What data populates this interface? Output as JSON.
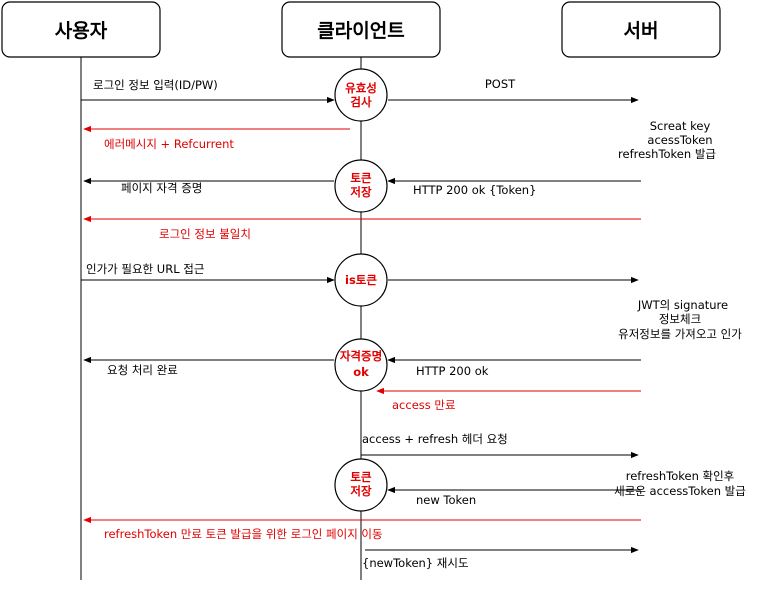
{
  "actors": {
    "user": "사용자",
    "client": "클라이언트",
    "server": "서버"
  },
  "nodes": {
    "validation_l1": "유효성",
    "validation_l2": "검사",
    "store1_l1": "토큰",
    "store1_l2": "저장",
    "is_token": "is토큰",
    "auth_ok_l1": "자격증명",
    "auth_ok_l2": "ok",
    "store2_l1": "토큰",
    "store2_l2": "저장"
  },
  "messages": {
    "m1": "로그인 정보 입력(ID/PW)",
    "m2": "POST",
    "m3": "에러메시지 + Refcurrent",
    "m4_l1": "Screat key",
    "m4_l2": "acessToken",
    "m4_l3": "refreshToken 발급",
    "m5": "페이지 자격 증명",
    "m6": "HTTP 200 ok {Token}",
    "m7": "로그인 정보 불일치",
    "m8": "인가가 필요한 URL 접근",
    "m9_l1": "JWT의 signature",
    "m9_l2": "정보체크",
    "m9_l3": "유저정보를 가져오고 인가",
    "m10": "요청 처리 완료",
    "m11": "HTTP 200 ok",
    "m12": "access 만료",
    "m13": "access + refresh 헤더 요청",
    "m14_l1": "refreshToken 확인후",
    "m14_l2": "새로운 accessToken 발급",
    "m15": "new Token",
    "m16": "refreshToken 만료 토큰 발급을 위한 로그인 페이지 이동",
    "m17": "{newToken} 재시도"
  },
  "colors": {
    "black": "#000000",
    "red": "#e00000"
  }
}
